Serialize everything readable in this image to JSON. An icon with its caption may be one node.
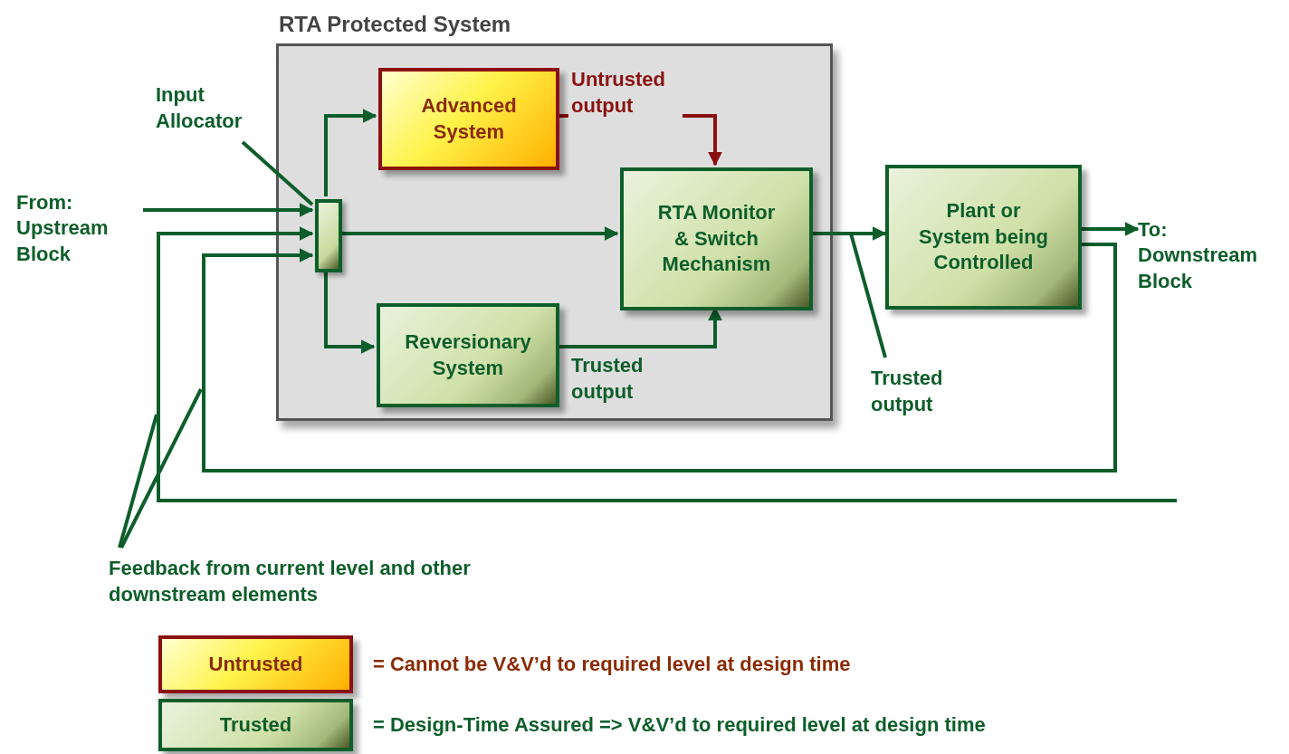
{
  "diagram": {
    "nodes": [
      {
        "text": [
          "RTA Protected System"
        ]
      },
      {
        "text": [
          "Advanced System"
        ],
        "in": 0
      },
      {
        "text": [],
        "shape": "bar",
        "in": 0
      },
      {
        "text": [
          "Input Allocator"
        ]
      },
      {
        "text": [
          "RTA Monitor & Switch Mechanism"
        ],
        "in": 0
      },
      {
        "text": [
          "Reversionary System"
        ],
        "in": 0
      },
      {
        "text": [
          "Plant or System being Controlled"
        ]
      },
      {
        "text": [
          "From: Upstream Block"
        ]
      },
      {
        "text": [
          "To: Downstream Block"
        ]
      },
      {
        "text": [
          "Trusted output"
        ]
      },
      {
        "text": [
          "Feedback from current level and other downstream elements"
        ]
      },
      {
        "text": [
          "Untrusted"
        ],
        "beside": [
          "= Cannot be V&V’d to required level at design time"
        ]
      },
      {
        "text": [
          "Trusted"
        ],
        "beside": [
          "= Design-Time Assured => V&V’d to required level at design time"
        ]
      }
    ],
    "edges": [
      {
        "from": 7,
        "to": 2,
        "arrow": "to"
      },
      {
        "from": 6,
        "to": 2,
        "arrow": "to"
      },
      {
        "from": null,
        "to": 2,
        "arrow": "to"
      },
      {
        "from": 2,
        "to": 1,
        "arrow": "to"
      },
      {
        "from": 2,
        "to": 4,
        "arrow": "to"
      },
      {
        "from": 2,
        "to": 5,
        "arrow": "to"
      },
      {
        "from": 1,
        "to": 4,
        "arrow": "to",
        "label": "Untrusted output",
        "color": "#8b1010"
      },
      {
        "from": 5,
        "to": 4,
        "arrow": "to",
        "label": "Trusted output"
      },
      {
        "from": 4,
        "to": 6,
        "arrow": "to"
      },
      {
        "from": 6,
        "to": 8,
        "arrow": "to"
      },
      {
        "from": 9,
        "to": null,
        "arrow": "none"
      },
      {
        "from": 10,
        "to": null,
        "arrow": "none"
      },
      {
        "from": 10,
        "to": null,
        "arrow": "none"
      },
      {
        "from": 3,
        "to": 2,
        "arrow": "none"
      }
    ]
  }
}
